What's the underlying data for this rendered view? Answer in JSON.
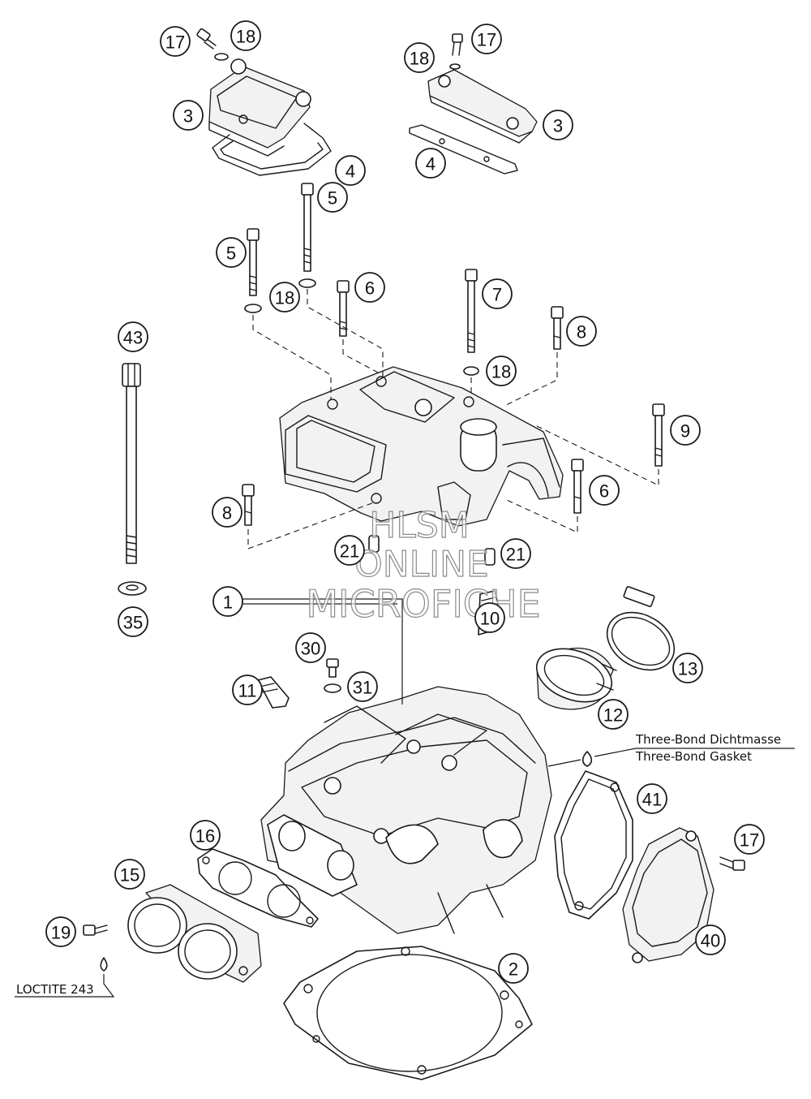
{
  "watermark": {
    "line1": "HLSM",
    "line2": "ONLINE",
    "line3": "MICROFICHE"
  },
  "notes": {
    "gasket_de": "Three-Bond Dichtmasse",
    "gasket_en": "Three-Bond Gasket",
    "loctite": "LOCTITE 243"
  },
  "callouts": [
    {
      "id": "17a",
      "label": "17",
      "part": "cover screw"
    },
    {
      "id": "18a",
      "label": "18",
      "part": "washer"
    },
    {
      "id": "3a",
      "label": "3",
      "part": "valve cover"
    },
    {
      "id": "4a",
      "label": "4",
      "part": "valve cover gasket"
    },
    {
      "id": "17b",
      "label": "17",
      "part": "cover screw"
    },
    {
      "id": "18b",
      "label": "18",
      "part": "washer"
    },
    {
      "id": "3b",
      "label": "3",
      "part": "valve cover"
    },
    {
      "id": "4b",
      "label": "4",
      "part": "valve cover gasket"
    },
    {
      "id": "5a",
      "label": "5",
      "part": "head bolt"
    },
    {
      "id": "5b",
      "label": "5",
      "part": "head bolt"
    },
    {
      "id": "18c",
      "label": "18",
      "part": "washer"
    },
    {
      "id": "6a",
      "label": "6",
      "part": "bolt"
    },
    {
      "id": "7",
      "label": "7",
      "part": "long bolt"
    },
    {
      "id": "18d",
      "label": "18",
      "part": "washer"
    },
    {
      "id": "8a",
      "label": "8",
      "part": "bolt"
    },
    {
      "id": "9",
      "label": "9",
      "part": "bolt"
    },
    {
      "id": "43",
      "label": "43",
      "part": "stud bolt"
    },
    {
      "id": "6b",
      "label": "6",
      "part": "bolt"
    },
    {
      "id": "8b",
      "label": "8",
      "part": "bolt"
    },
    {
      "id": "21a",
      "label": "21",
      "part": "dowel"
    },
    {
      "id": "21b",
      "label": "21",
      "part": "dowel"
    },
    {
      "id": "1",
      "label": "1",
      "part": "cylinder head"
    },
    {
      "id": "35",
      "label": "35",
      "part": "washer"
    },
    {
      "id": "10",
      "label": "10",
      "part": "stud"
    },
    {
      "id": "30",
      "label": "30",
      "part": "screw"
    },
    {
      "id": "31",
      "label": "31",
      "part": "seal ring"
    },
    {
      "id": "11",
      "label": "11",
      "part": "stud"
    },
    {
      "id": "13",
      "label": "13",
      "part": "hose clamp"
    },
    {
      "id": "12",
      "label": "12",
      "part": "intake flange"
    },
    {
      "id": "41",
      "label": "41",
      "part": "cover gasket"
    },
    {
      "id": "16",
      "label": "16",
      "part": "exhaust gasket"
    },
    {
      "id": "17c",
      "label": "17",
      "part": "cover screw"
    },
    {
      "id": "15",
      "label": "15",
      "part": "exhaust flange"
    },
    {
      "id": "40",
      "label": "40",
      "part": "side cover"
    },
    {
      "id": "19",
      "label": "19",
      "part": "screw"
    },
    {
      "id": "2",
      "label": "2",
      "part": "cylinder head gasket"
    }
  ]
}
